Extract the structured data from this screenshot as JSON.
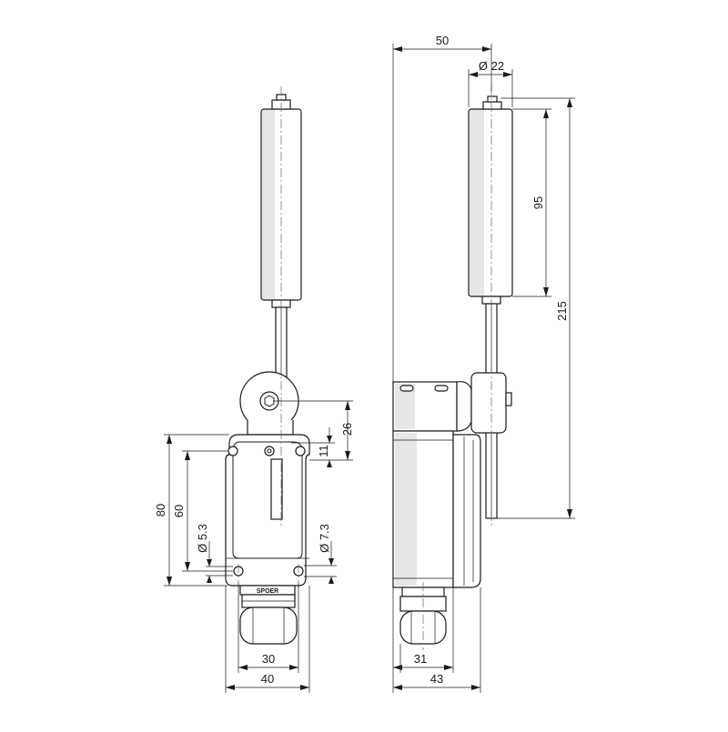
{
  "front_view": {
    "dimensions": {
      "dim_80": "80",
      "dim_60": "60",
      "dim_d53": "Ø 5.3",
      "dim_d73": "Ø 7.3",
      "dim_11": "11",
      "dim_26": "26",
      "dim_30": "30",
      "dim_40": "40"
    },
    "logo_text": "SPOER"
  },
  "side_view": {
    "dimensions": {
      "dim_50": "50",
      "dim_d22": "Ø 22",
      "dim_95": "95",
      "dim_215": "215",
      "dim_31": "31",
      "dim_43": "43"
    }
  }
}
